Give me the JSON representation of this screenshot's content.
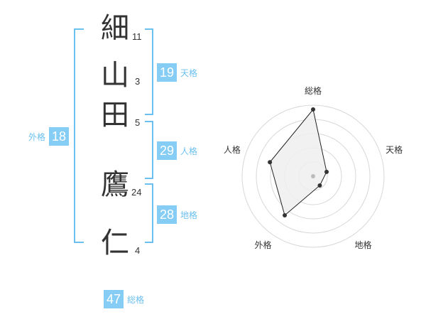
{
  "name_chars": [
    {
      "char": "細",
      "strokes": "11"
    },
    {
      "char": "山",
      "strokes": "3"
    },
    {
      "char": "田",
      "strokes": "5"
    },
    {
      "char": "鷹",
      "strokes": "24"
    },
    {
      "char": "仁",
      "strokes": "4"
    }
  ],
  "scores": {
    "tenkaku": {
      "value": "19",
      "label": "天格"
    },
    "jinkaku": {
      "value": "29",
      "label": "人格"
    },
    "chikaku": {
      "value": "28",
      "label": "地格"
    },
    "gaikaku": {
      "value": "18",
      "label": "外格"
    },
    "soukaku": {
      "value": "47",
      "label": "総格"
    }
  },
  "colors": {
    "accent": "#6cc0ef",
    "badge": "#86cdf6",
    "text": "#333333",
    "grid": "#d8d8d8",
    "fill": "#eeeeee"
  },
  "chart_data": {
    "type": "radar",
    "axes": [
      "総格",
      "天格",
      "地格",
      "外格",
      "人格"
    ],
    "max": 5,
    "rings": 5,
    "values": [
      4.7,
      1.0,
      0.8,
      3.4,
      3.2
    ]
  }
}
